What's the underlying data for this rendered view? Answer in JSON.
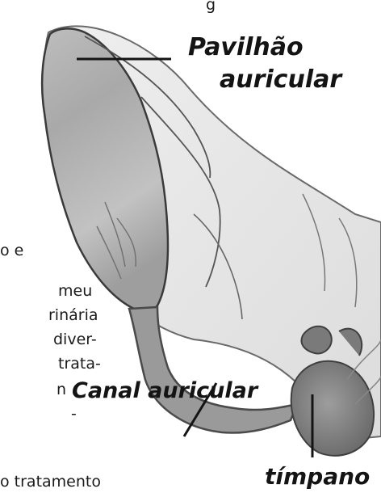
{
  "background_text": {
    "top_fragment": "g",
    "lines": [
      "o e",
      "meu",
      "rinária",
      "diver-",
      "trata-",
      "n",
      "-",
      "o tratamento"
    ]
  },
  "labels": {
    "pinna_line1": "Pavilhão",
    "pinna_line2": "auricular",
    "canal": "Canal auricular",
    "eardrum": "tímpano"
  },
  "colors": {
    "ink": "#141414",
    "tissue_light": "#d6d6d6",
    "tissue_dark": "#8a8a8a",
    "canal": "#9a9a9a",
    "outline": "#4a4a4a"
  }
}
